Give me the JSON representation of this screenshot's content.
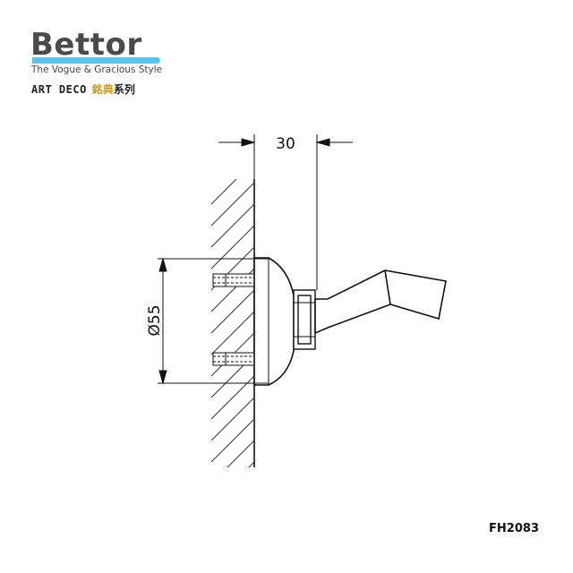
{
  "brand": {
    "name": "Bettor",
    "tagline": "The Vogue & Gracious Style",
    "series_en": "ART DECO",
    "series_zh_highlight": "銘典",
    "series_zh": "系列",
    "stripe_color": "#5cc4e8",
    "highlight_color": "#d39a1c"
  },
  "drawing": {
    "dim_depth": "30",
    "dim_diameter": "Ø55"
  },
  "model_code": "FH2083"
}
